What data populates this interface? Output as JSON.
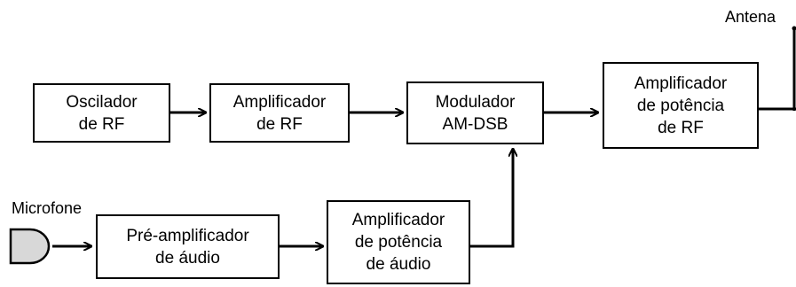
{
  "blocks": {
    "oscillator": {
      "lines": [
        "Oscilador",
        "de RF"
      ]
    },
    "rf_amp": {
      "lines": [
        "Amplificador",
        "de RF"
      ]
    },
    "modulator": {
      "lines": [
        "Modulador",
        "AM-DSB"
      ]
    },
    "rf_power_amp": {
      "lines": [
        "Amplificador",
        "de potência",
        "de RF"
      ]
    },
    "audio_preamp": {
      "lines": [
        "Pré-amplificador",
        "de áudio"
      ]
    },
    "audio_power_amp": {
      "lines": [
        "Amplificador",
        "de potência",
        "de áudio"
      ]
    }
  },
  "labels": {
    "antenna": "Antena",
    "microphone": "Microfone"
  },
  "colors": {
    "line": "#000000",
    "mic_fill": "#d8d8d8"
  }
}
